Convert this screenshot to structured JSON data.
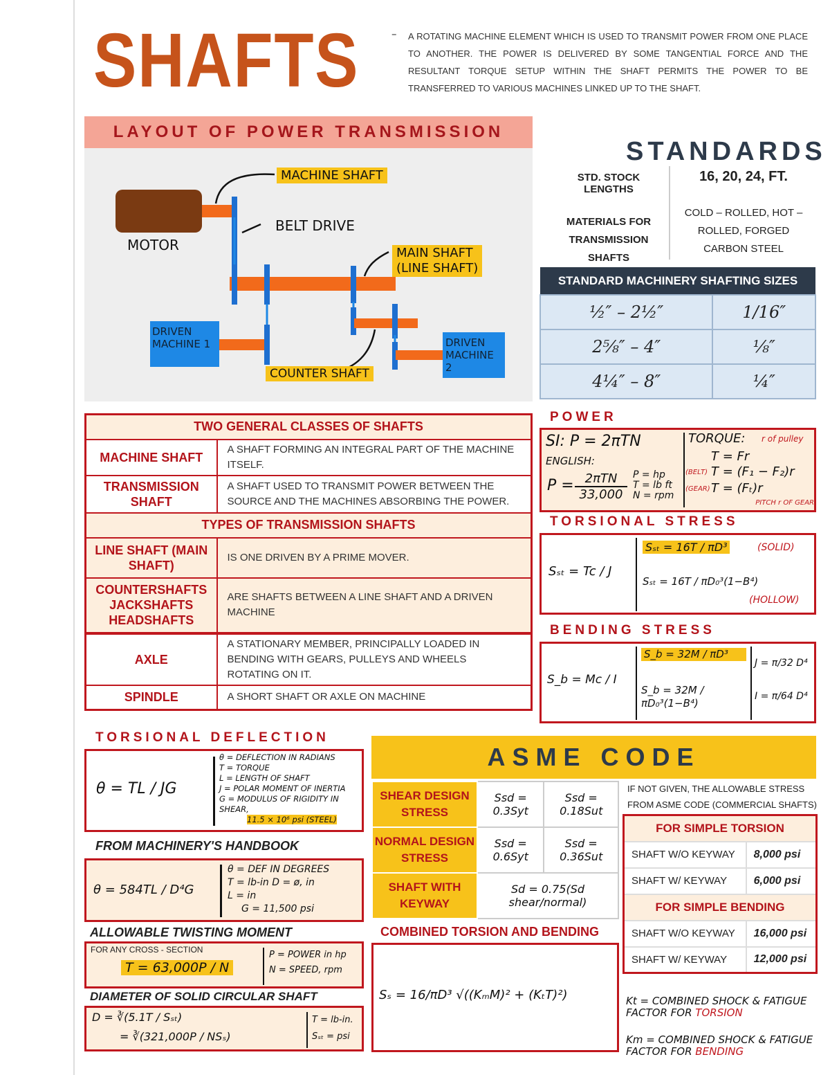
{
  "header": {
    "title": "SHAFTS",
    "dash": "–",
    "description": "A rotating machine element which is used to transmit power from one place to another. The power is delivered by some tangential force and the resultant torque setup within the shaft permits the power to be transferred to various machines linked up to the shaft."
  },
  "layout": {
    "title": "LAYOUT OF POWER TRANSMISSION",
    "labels": {
      "machine_shaft": "MACHINE SHAFT",
      "belt_drive": "BELT DRIVE",
      "motor": "MOTOR",
      "main_shaft": "MAIN SHAFT",
      "line_shaft": "(LINE SHAFT)",
      "driven1": "DRIVEN MACHINE 1",
      "driven2": "DRIVEN MACHINE 2",
      "counter_shaft": "COUNTER SHAFT"
    }
  },
  "standards": {
    "title": "STANDARDS",
    "rows": [
      {
        "label": "STD. STOCK LENGTHS",
        "value": "16, 20, 24, FT."
      },
      {
        "label": "MATERIALS FOR TRANSMISSION SHAFTS",
        "value": "COLD – ROLLED, HOT – ROLLED, FORGED CARBON STEEL"
      }
    ]
  },
  "sizes": {
    "title": "STANDARD MACHINERY SHAFTING SIZES",
    "rows": [
      [
        "½″ – 2½″",
        "1/16″"
      ],
      [
        "2⅝″ – 4″",
        "⅛″"
      ],
      [
        "4¼″ – 8″",
        "¼″"
      ]
    ]
  },
  "classes": {
    "title": "TWO GENERAL CLASSES OF SHAFTS",
    "rows": [
      {
        "k": "MACHINE SHAFT",
        "v": "A shaft forming an integral part of the machine itself."
      },
      {
        "k": "TRANSMISSION SHAFT",
        "v": "A shaft used to transmit power between the source and the machines absorbing the power."
      }
    ],
    "types_title": "TYPES OF TRANSMISSION SHAFTS",
    "types": [
      {
        "k": "LINE SHAFT (MAIN SHAFT)",
        "v": "Is one driven by a prime mover."
      },
      {
        "k": "COUNTERSHAFTS JACKSHAFTS HEADSHAFTS",
        "v": "Are shafts between a line shaft and a driven machine"
      }
    ],
    "others": [
      {
        "k": "AXLE",
        "v": "A stationary member, principally loaded in bending with gears, pulleys and wheels rotating on it."
      },
      {
        "k": "SPINDLE",
        "v": "A short shaft or axle on machine"
      }
    ]
  },
  "power": {
    "title": "POWER",
    "si": "SI:  P = 2πTN",
    "english": "ENGLISH:",
    "eng_num": "2πTN",
    "eng_den": "33,000",
    "units": [
      "P = hp",
      "T = lb ft",
      "N = rpm"
    ],
    "torque": "TORQUE:",
    "r_note": "r of pulley",
    "t1": "T = Fr",
    "belt": "(BELT)",
    "t2": "T = (F₁ − F₂)r",
    "gear": "(GEAR)",
    "t3": "T = (Fₜ)r",
    "pitch": "PITCH r OF GEAR"
  },
  "torsional_stress": {
    "title": "TORSIONAL STRESS",
    "main": "Sₛₜ = Tc / J",
    "solid": "Sₛₜ = 16T / πD³",
    "solid_note": "(SOLID)",
    "hollow": "Sₛₜ = 16T / πD₀³(1−B⁴)",
    "hollow_note": "(HOLLOW)"
  },
  "bending_stress": {
    "title": "BENDING STRESS",
    "main": "S_b = Mc / I",
    "solid": "S_b = 32M / πD³",
    "hollow": "S_b = 32M / πD₀³(1−B⁴)",
    "j": "J = π/32 D⁴",
    "i": "I = π/64 D⁴"
  },
  "torsional_deflection": {
    "title": "TORSIONAL DEFLECTION",
    "formula": "θ = TL / JG",
    "legend": [
      "θ = DEFLECTION IN RADIANS",
      "T = TORQUE",
      "L = LENGTH OF SHAFT",
      "J = POLAR MOMENT OF INERTIA",
      "G = MODULUS OF RIGIDITY IN SHEAR,"
    ],
    "g_value": "11.5 × 10⁶ psi (STEEL)",
    "handbook_title": "FROM MACHINERY'S HANDBOOK",
    "hb_formula": "θ = 584TL / D⁴G",
    "hb_legend": [
      "θ = DEF IN DEGREES",
      "T = lb-in   D = ø, in",
      "L = in",
      "G = 11,500 psi"
    ]
  },
  "twisting": {
    "title": "ALLOWABLE TWISTING MOMENT",
    "note": "FOR ANY CROSS - SECTION",
    "formula": "T = 63,000P / N",
    "legend": [
      "P = POWER in hp",
      "N = SPEED, rpm"
    ]
  },
  "diameter": {
    "title": "DIAMETER OF SOLID CIRCULAR SHAFT",
    "f1": "D = ∛(5.1T / Sₛₜ)",
    "f2": "= ∛(321,000P / NSₛ)",
    "legend": [
      "T = lb-in.",
      "Sₛₜ = psi"
    ]
  },
  "asme": {
    "title": "ASME CODE",
    "rows": [
      {
        "k": "SHEAR DESIGN STRESS",
        "v1": "Ssd = 0.3Syt",
        "v2": "Ssd = 0.18Sut"
      },
      {
        "k": "NORMAL DESIGN STRESS",
        "v1": "Ssd = 0.6Syt",
        "v2": "Ssd = 0.36Sut"
      },
      {
        "k": "SHAFT WITH KEYWAY",
        "v1": "Sd = 0.75(Sd shear/normal)",
        "v2": ""
      }
    ],
    "note": "IF NOT GIVEN, THE ALLOWABLE STRESS FROM ASME CODE (COMMERCIAL SHAFTS)",
    "torsion_title": "FOR SIMPLE TORSION",
    "torsion": [
      {
        "k": "SHAFT W/O KEYWAY",
        "v": "8,000 psi"
      },
      {
        "k": "SHAFT W/ KEYWAY",
        "v": "6,000 psi"
      }
    ],
    "bending_title": "FOR SIMPLE BENDING",
    "bending": [
      {
        "k": "SHAFT W/O KEYWAY",
        "v": "16,000 psi"
      },
      {
        "k": "SHAFT W/ KEYWAY",
        "v": "12,000 psi"
      }
    ]
  },
  "combined": {
    "title": "COMBINED TORSION AND BENDING",
    "formula": "Sₛ = 16/πD³ √((KₘM)² + (KₜT)²)",
    "kt": "Kt = COMBINED SHOCK & FATIGUE FACTOR FOR",
    "kt_word": "TORSION",
    "km": "Km = COMBINED SHOCK & FATIGUE FACTOR FOR",
    "km_word": "BENDING"
  },
  "colors": {
    "orange": "#c6531b",
    "red": "#c0171e",
    "yellow": "#f7c21a",
    "navy": "#2d3a4a",
    "blue": "#1e88e5"
  }
}
